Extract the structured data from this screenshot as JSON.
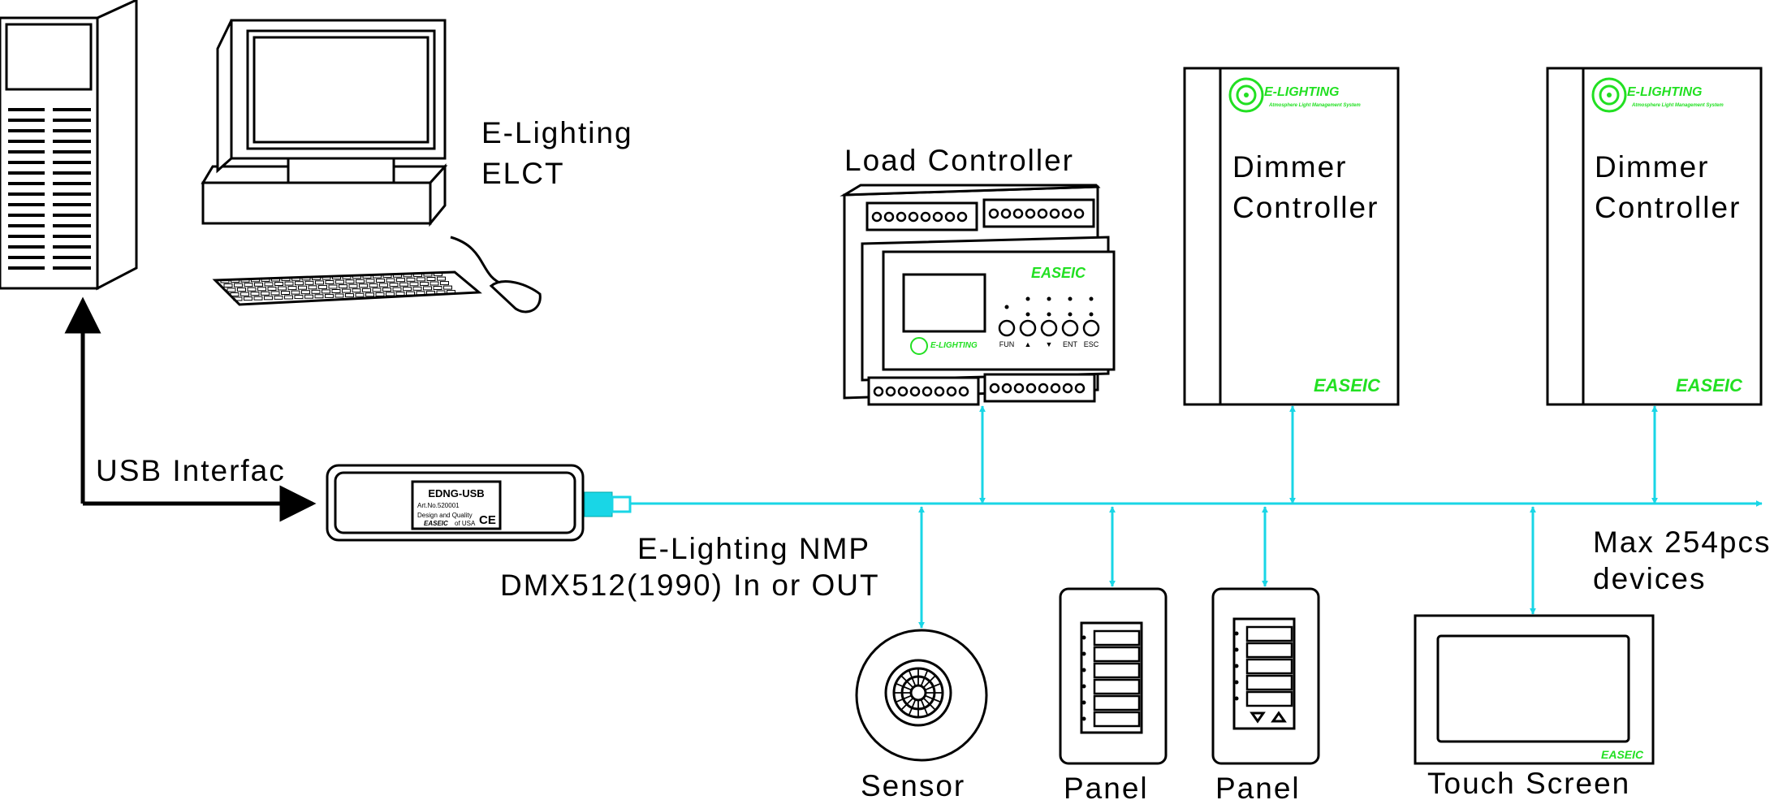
{
  "labels": {
    "computer_line1": "E-Lighting",
    "computer_line2": "ELCT",
    "load_controller": "Load Controller",
    "dimmer1_line1": "Dimmer",
    "dimmer1_line2": "Controller",
    "dimmer2_line1": "Dimmer",
    "dimmer2_line2": "Controller",
    "usb_interface": "USB Interfac",
    "nmp_line1": "E-Lighting NMP",
    "nmp_line2": "DMX512(1990) In or OUT",
    "max_line1": "Max 254pcs",
    "max_line2": "devices",
    "sensor": "Sensor",
    "panel1": "Panel",
    "panel2": "Panel",
    "touch_screen": "Touch Screen"
  },
  "usb_device": {
    "model": "EDNG-USB",
    "art_no": "Art.No.520001",
    "design": "Design and Quality",
    "brand": "EASEIC",
    "origin": "of USA",
    "mark": "CE"
  },
  "load_controller_panel": {
    "brand": "EASEIC",
    "logo_text": "E-LIGHTING",
    "buttons": [
      "FUN",
      "▲",
      "▼",
      "ENT",
      "ESC"
    ]
  },
  "dimmer_brand": {
    "logo_text": "E-LIGHTING",
    "tagline": "Atmosphere Light Management System",
    "brand": "EASEIC"
  },
  "touch_screen_brand": "EASEIC",
  "colors": {
    "bus": "#19d6e6",
    "brand_green": "#22e022",
    "outline": "#000000"
  }
}
